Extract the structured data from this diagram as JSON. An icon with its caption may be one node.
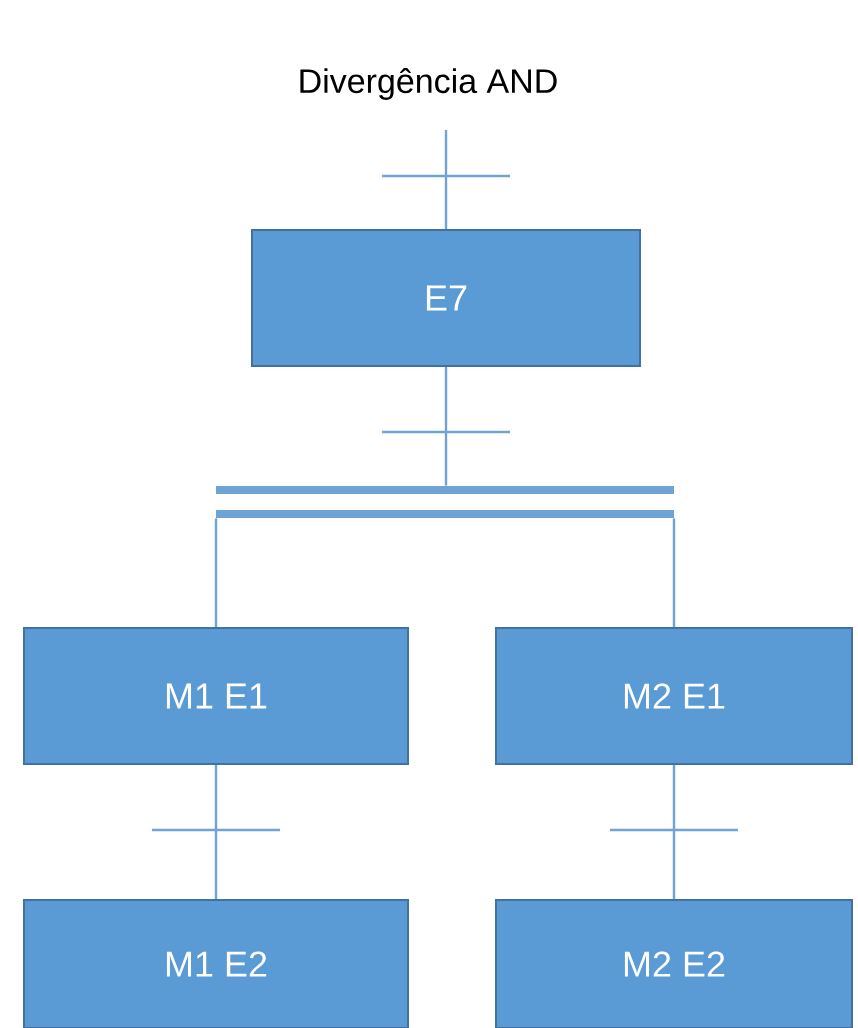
{
  "diagram": {
    "title": "Divergência AND",
    "nodes": [
      {
        "text": [
          "E7"
        ]
      },
      {
        "text": [],
        "shape": "bar"
      },
      {
        "text": [
          "M1 E1"
        ]
      },
      {
        "text": [
          "M2 E1"
        ]
      },
      {
        "text": [
          "M1 E2"
        ]
      },
      {
        "text": [
          "M2 E2"
        ]
      }
    ],
    "edges": [
      {
        "from": null,
        "to": 0,
        "arrow": "none"
      },
      {
        "from": 0,
        "to": 1,
        "arrow": "none"
      },
      {
        "from": 1,
        "to": 2,
        "arrow": "none"
      },
      {
        "from": 1,
        "to": 3,
        "arrow": "none"
      },
      {
        "from": 2,
        "to": 4,
        "arrow": "none"
      },
      {
        "from": 3,
        "to": 5,
        "arrow": "none"
      }
    ]
  }
}
